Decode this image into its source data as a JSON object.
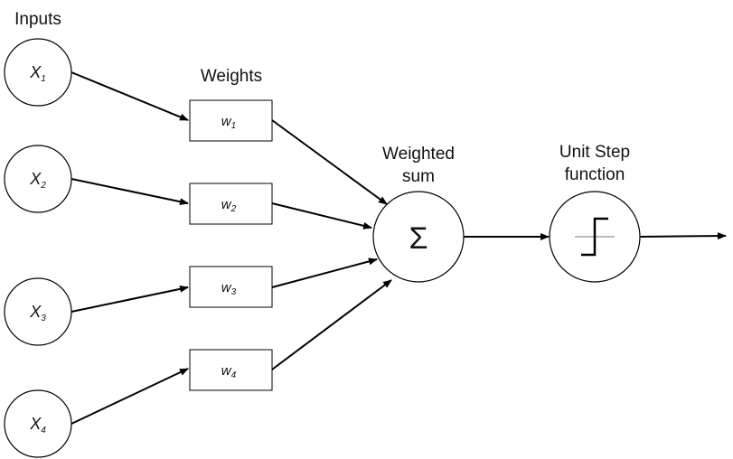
{
  "headings": {
    "inputs": "Inputs",
    "weights": "Weights",
    "weighted_sum_line1": "Weighted",
    "weighted_sum_line2": "sum",
    "step_line1": "Unit Step",
    "step_line2": "function"
  },
  "inputs": [
    {
      "symbol": "X",
      "sub": "1"
    },
    {
      "symbol": "X",
      "sub": "2"
    },
    {
      "symbol": "X",
      "sub": "3"
    },
    {
      "symbol": "X",
      "sub": "4"
    }
  ],
  "weights": [
    {
      "symbol": "w",
      "sub": "1"
    },
    {
      "symbol": "w",
      "sub": "2"
    },
    {
      "symbol": "w",
      "sub": "3"
    },
    {
      "symbol": "w",
      "sub": "4"
    }
  ],
  "sum_symbol": "Σ",
  "colors": {
    "stroke": "#000000",
    "text": "#111111"
  }
}
